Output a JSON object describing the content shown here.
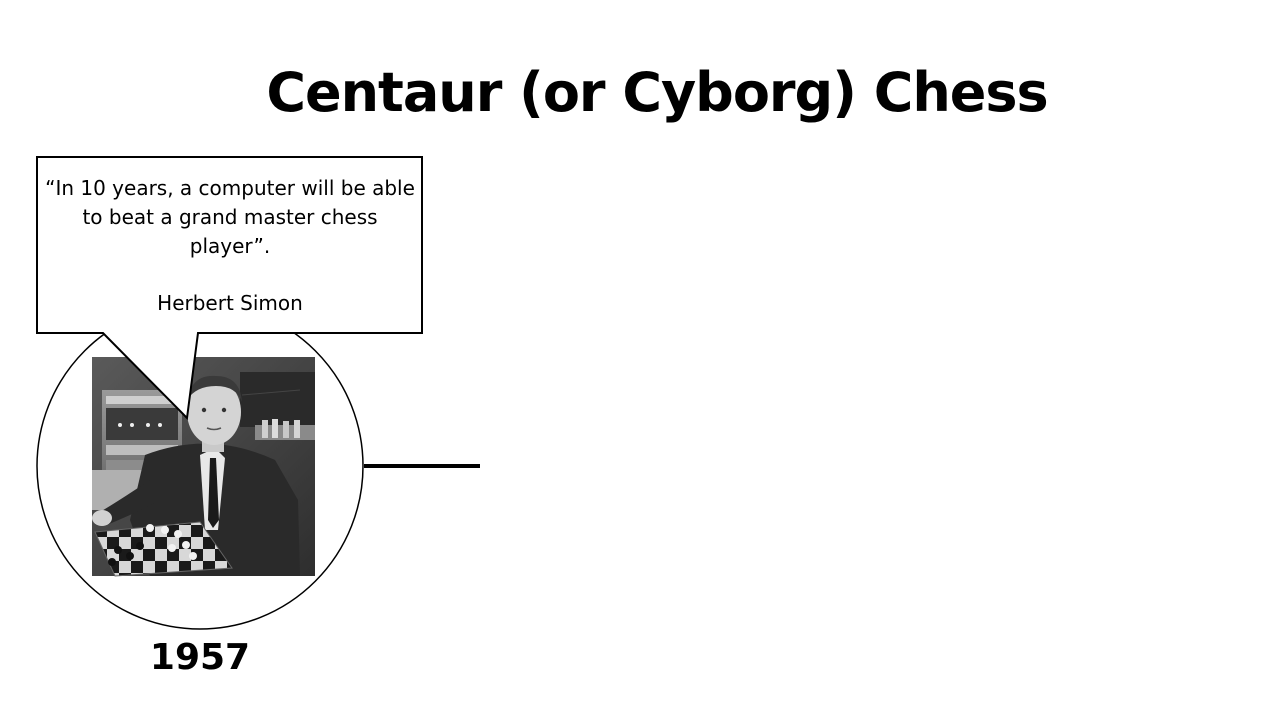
{
  "slide": {
    "title": "Centaur (or Cyborg) Chess"
  },
  "callout": {
    "quote": "“In 10 years, a computer will be able to beat a grand master chess player”.",
    "author": "Herbert Simon"
  },
  "timeline": {
    "year": "1957"
  },
  "photo": {
    "description_icon": "chess-player-photo",
    "tone": "#777777"
  }
}
